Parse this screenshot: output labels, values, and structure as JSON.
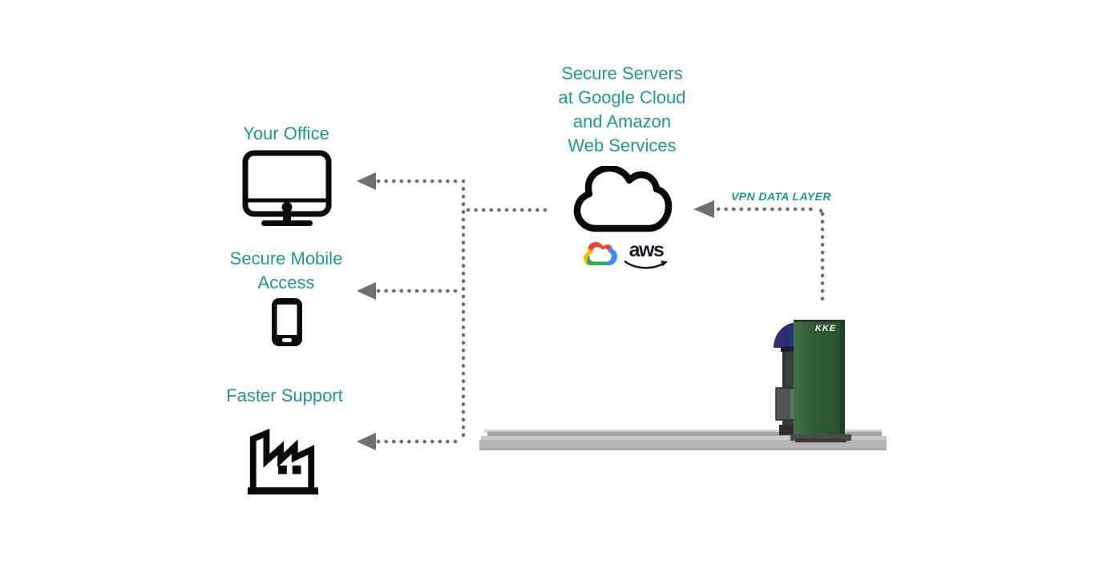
{
  "diagram": {
    "office": {
      "label": "Your Office",
      "icon": "desktop-monitor-icon"
    },
    "mobile": {
      "lines": [
        "Secure Mobile",
        "Access"
      ],
      "icon": "smartphone-icon"
    },
    "support": {
      "label": "Faster Support",
      "icon": "factory-icon"
    },
    "servers": {
      "lines": [
        "Secure Servers",
        "at Google Cloud",
        "and Amazon",
        "Web Services"
      ],
      "icon": "cloud-icon",
      "providers": [
        "Google Cloud",
        "Amazon Web Services"
      ]
    },
    "vpn": {
      "label": "VPN DATA LAYER"
    },
    "aws": {
      "wordmark": "aws"
    },
    "machine": {
      "brand": "KKE"
    }
  },
  "colors": {
    "accent_teal": "#1E9C82",
    "connector_gray": "#6E6E6E",
    "arrowhead_gray": "#707070",
    "icon_black": "#0A0A0A",
    "machine_green": "#2F5D34",
    "machine_navy": "#2B3273",
    "platform_gray": "#B5B5B3",
    "google_blue": "#4285F4",
    "google_red": "#EA4335",
    "google_yellow": "#FBBC05",
    "google_green": "#34A853"
  }
}
